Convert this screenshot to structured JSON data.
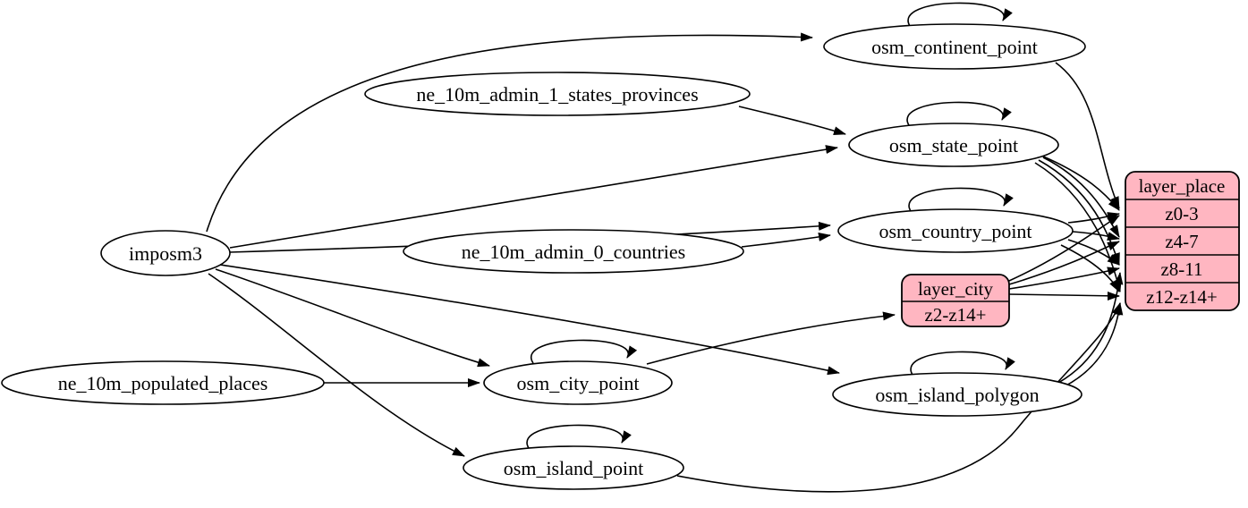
{
  "diagram": {
    "background": "#ffffff",
    "edge_color": "#000000",
    "table_fill": "#ffffff",
    "layer_fill": "#ffb6c1",
    "stroke": "#000000"
  },
  "nodes": {
    "imposm3": {
      "label": "imposm3",
      "shape": "ellipse"
    },
    "ne_10m_admin_1_states_provinces": {
      "label": "ne_10m_admin_1_states_provinces",
      "shape": "ellipse"
    },
    "ne_10m_admin_0_countries": {
      "label": "ne_10m_admin_0_countries",
      "shape": "ellipse"
    },
    "ne_10m_populated_places": {
      "label": "ne_10m_populated_places",
      "shape": "ellipse"
    },
    "osm_continent_point": {
      "label": "osm_continent_point",
      "shape": "ellipse"
    },
    "osm_state_point": {
      "label": "osm_state_point",
      "shape": "ellipse"
    },
    "osm_country_point": {
      "label": "osm_country_point",
      "shape": "ellipse"
    },
    "osm_city_point": {
      "label": "osm_city_point",
      "shape": "ellipse"
    },
    "osm_island_polygon": {
      "label": "osm_island_polygon",
      "shape": "ellipse"
    },
    "osm_island_point": {
      "label": "osm_island_point",
      "shape": "ellipse"
    },
    "layer_city": {
      "title": "layer_city",
      "rows": [
        "z2-z14+"
      ],
      "shape": "record"
    },
    "layer_place": {
      "title": "layer_place",
      "rows": [
        "z0-3",
        "z4-7",
        "z8-11",
        "z12-z14+"
      ],
      "shape": "record"
    }
  },
  "edges": [
    {
      "from": "imposm3",
      "to": "osm_continent_point"
    },
    {
      "from": "imposm3",
      "to": "osm_state_point"
    },
    {
      "from": "imposm3",
      "to": "osm_country_point"
    },
    {
      "from": "imposm3",
      "to": "osm_city_point"
    },
    {
      "from": "imposm3",
      "to": "osm_island_polygon"
    },
    {
      "from": "imposm3",
      "to": "osm_island_point"
    },
    {
      "from": "ne_10m_admin_1_states_provinces",
      "to": "osm_state_point"
    },
    {
      "from": "ne_10m_admin_0_countries",
      "to": "osm_country_point"
    },
    {
      "from": "ne_10m_populated_places",
      "to": "osm_city_point"
    },
    {
      "from": "osm_continent_point",
      "to": "osm_continent_point"
    },
    {
      "from": "osm_state_point",
      "to": "osm_state_point"
    },
    {
      "from": "osm_country_point",
      "to": "osm_country_point"
    },
    {
      "from": "osm_city_point",
      "to": "osm_city_point"
    },
    {
      "from": "osm_island_polygon",
      "to": "osm_island_polygon"
    },
    {
      "from": "osm_island_point",
      "to": "osm_island_point"
    },
    {
      "from": "osm_continent_point",
      "to": "layer_place:z0-3"
    },
    {
      "from": "osm_state_point",
      "to": "layer_place:z0-3"
    },
    {
      "from": "osm_state_point",
      "to": "layer_place:z4-7"
    },
    {
      "from": "osm_state_point",
      "to": "layer_place:z8-11"
    },
    {
      "from": "osm_state_point",
      "to": "layer_place:z12-z14+"
    },
    {
      "from": "osm_country_point",
      "to": "layer_place:z0-3"
    },
    {
      "from": "osm_country_point",
      "to": "layer_place:z4-7"
    },
    {
      "from": "osm_country_point",
      "to": "layer_place:z8-11"
    },
    {
      "from": "osm_country_point",
      "to": "layer_place:z12-z14+"
    },
    {
      "from": "osm_island_polygon",
      "to": "layer_place:z8-11"
    },
    {
      "from": "osm_island_polygon",
      "to": "layer_place:z12-z14+"
    },
    {
      "from": "osm_island_point",
      "to": "layer_place:z12-z14+"
    },
    {
      "from": "osm_city_point",
      "to": "layer_city:z2-z14+"
    },
    {
      "from": "layer_city",
      "to": "layer_place:z0-3"
    },
    {
      "from": "layer_city",
      "to": "layer_place:z4-7"
    },
    {
      "from": "layer_city",
      "to": "layer_place:z8-11"
    },
    {
      "from": "layer_city",
      "to": "layer_place:z12-z14+"
    }
  ]
}
